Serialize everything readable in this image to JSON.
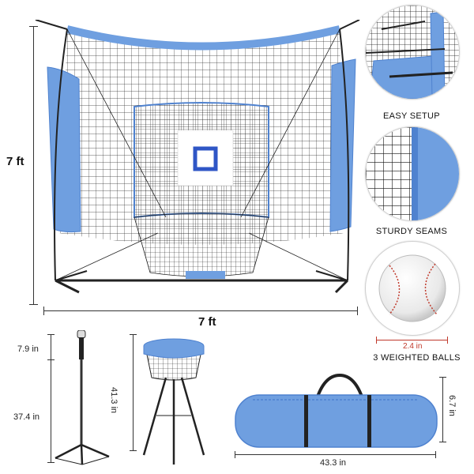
{
  "colors": {
    "net_blue": "#6f9fe0",
    "net_blue_dark": "#4f82cf",
    "frame": "#222222",
    "mesh": "#1a1a1a",
    "dimension_line": "#333333",
    "ball_stitch": "#c0392b",
    "target_square": "#2f56c6"
  },
  "main_net": {
    "height_label": "7 ft",
    "width_label": "7 ft"
  },
  "features": {
    "easy_setup": "EASY SETUP",
    "sturdy_seams": "STURDY SEAMS",
    "weighted_balls": "3 WEIGHTED BALLS",
    "ball_size": "2.4 in"
  },
  "tee": {
    "top_label": "7.9 in",
    "bottom_label": "37.4 in"
  },
  "caddy": {
    "height_label": "41.3 in"
  },
  "bag": {
    "height_label": "6.7 in",
    "width_label": "43.3 in"
  },
  "icons": {
    "main": "batting-net-icon",
    "setup": "net-corner-icon",
    "seams": "mesh-seam-icon",
    "ball": "baseball-icon",
    "tee": "batting-tee-icon",
    "caddy": "ball-caddy-icon",
    "bag": "carry-bag-icon"
  }
}
